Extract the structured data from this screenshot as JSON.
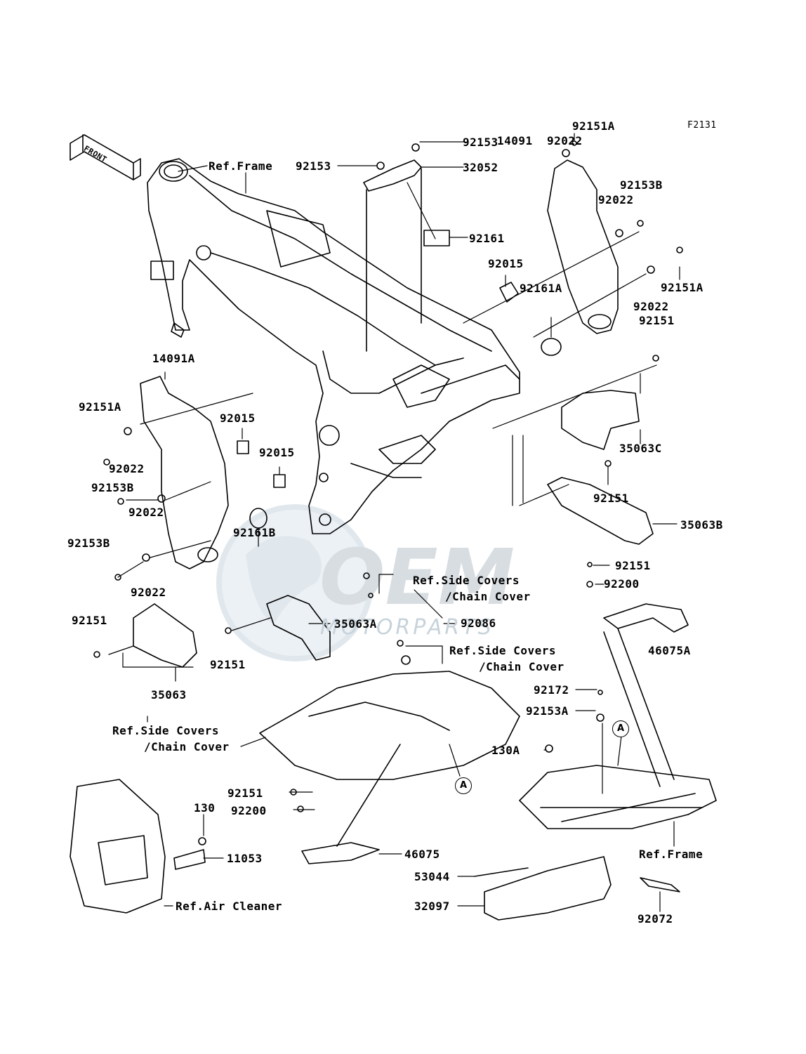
{
  "figure_code": "F2131",
  "front_arrow": "FRONT",
  "watermark": {
    "main": "OEM",
    "sub": "MOTORPARTS"
  },
  "parts": {
    "p92151A_top": "92151A",
    "p14091": "14091",
    "p92022_a": "92022",
    "p92153_top": "92153",
    "p92153_left": "92153",
    "p32052": "32052",
    "p92153B_right": "92153B",
    "p92022_b": "92022",
    "p92161": "92161",
    "p92015_top": "92015",
    "p92151A_right": "92151A",
    "p92022_c": "92022",
    "p92161A": "92161A",
    "p92151_right": "92151",
    "p14091A": "14091A",
    "p92151A_left": "92151A",
    "p92015_mid": "92015",
    "p92015_low": "92015",
    "p92022_left1": "92022",
    "p35063C": "35063C",
    "p92153B_left1": "92153B",
    "p92022_left2": "92022",
    "p92151_mid": "92151",
    "p35063B": "35063B",
    "p92161B": "92161B",
    "p92153B_left2": "92153B",
    "p92022_left3": "92022",
    "p92151_r2": "92151",
    "p92200_r": "92200",
    "p92151_left": "92151",
    "p92086": "92086",
    "p35063A": "35063A",
    "p92151_low": "92151",
    "p46075A": "46075A",
    "p35063": "35063",
    "p92172": "92172",
    "p92153A": "92153A",
    "p130A": "130A",
    "p92151_b": "92151",
    "p92200_b": "92200",
    "p130": "130",
    "p11053": "11053",
    "p46075": "46075",
    "p53044": "53044",
    "p32097": "32097",
    "p92072": "92072"
  },
  "refs": {
    "frame_top": "Ref.Frame",
    "side_covers_1a": "Ref.Side Covers",
    "side_covers_1b": "/Chain Cover",
    "side_covers_2a": "Ref.Side Covers",
    "side_covers_2b": "/Chain Cover",
    "side_covers_3a": "Ref.Side Covers",
    "side_covers_3b": "/Chain Cover",
    "frame_bottom": "Ref.Frame",
    "air_cleaner": "Ref.Air Cleaner"
  },
  "markers": {
    "a1": "A",
    "a2": "A"
  }
}
